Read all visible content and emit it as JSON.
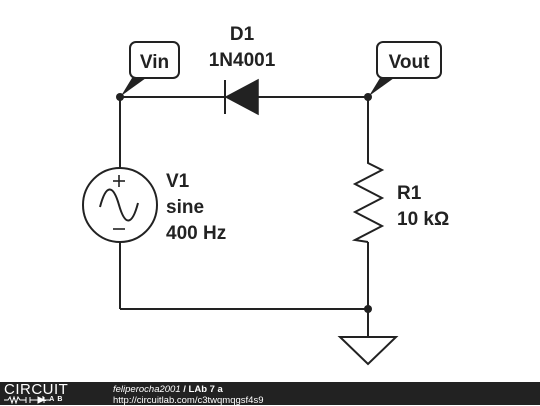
{
  "schematic": {
    "probes": {
      "vin": "Vin",
      "vout": "Vout"
    },
    "diode": {
      "ref": "D1",
      "part": "1N4001"
    },
    "source": {
      "ref": "V1",
      "type": "sine",
      "freq": "400 Hz"
    },
    "resistor": {
      "ref": "R1",
      "value": "10 kΩ"
    }
  },
  "footer": {
    "logo_top": "CIRCUIT",
    "logo_bottom": "LAB",
    "author": "feliperocha2001",
    "separator": "/",
    "title": "LAb 7 a",
    "url": "http://circuitlab.com/c3twqmqgsf4s9"
  },
  "colors": {
    "wire": "#222222",
    "footer_bg": "#222222",
    "background": "#ffffff"
  }
}
